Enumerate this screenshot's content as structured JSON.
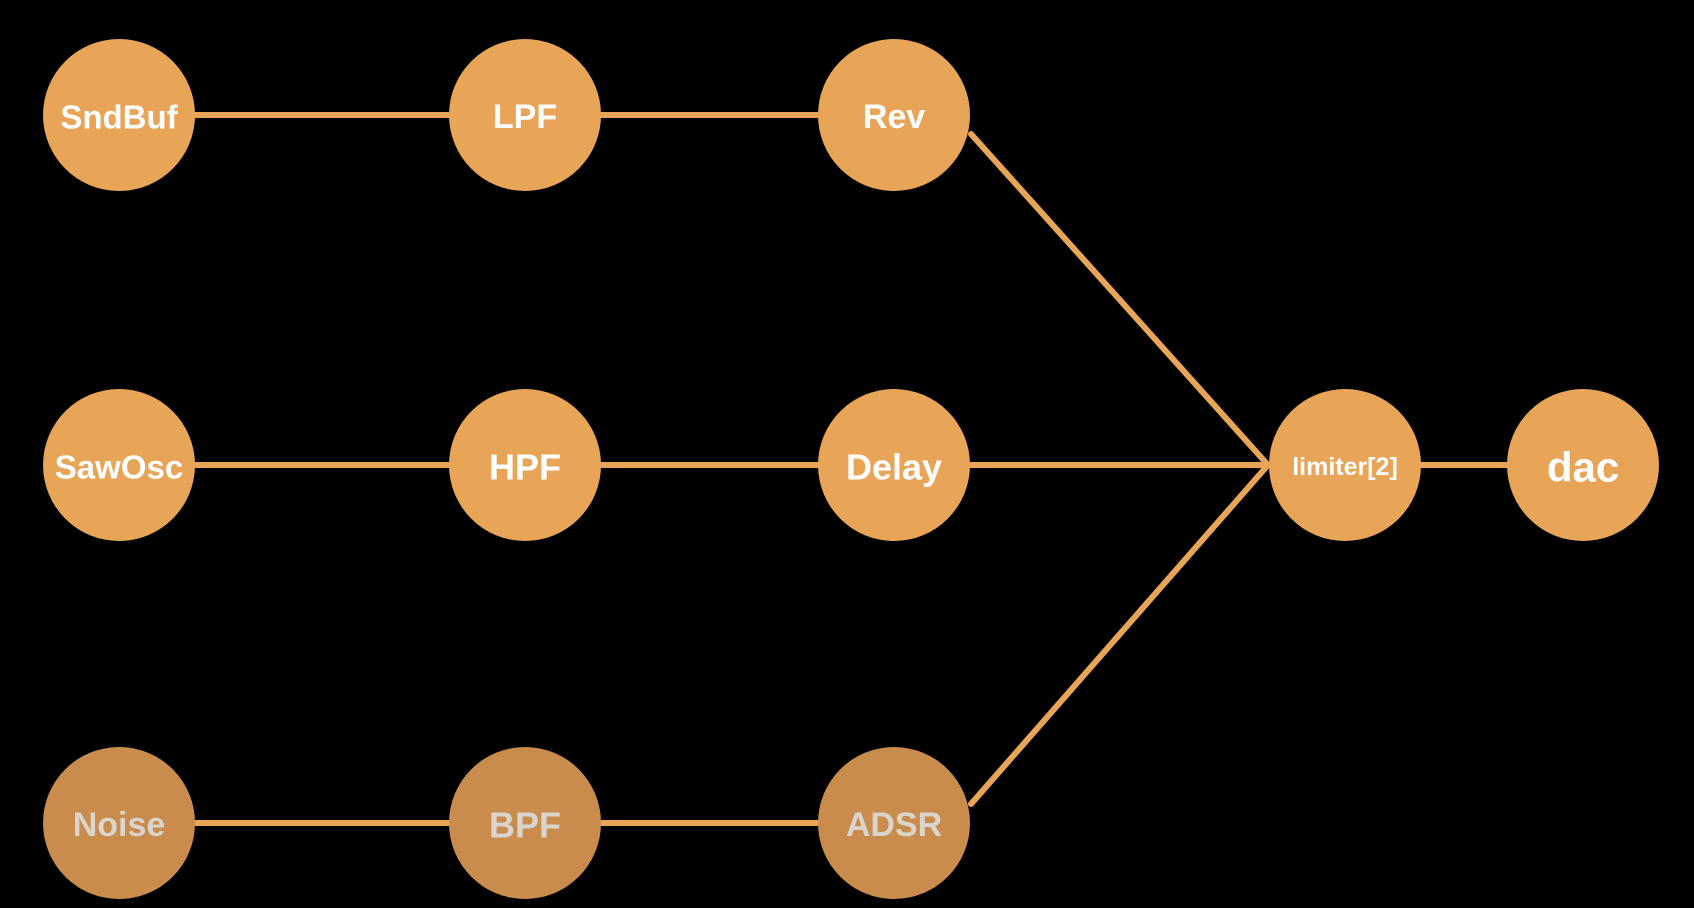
{
  "diagram": {
    "colors": {
      "background": "#000000",
      "node_fill": "#E8A558",
      "node_fill_dim": "#C98C4C",
      "wire": "#E8A558",
      "label": "#FFFFFF",
      "label_dim": "#D9D4CC"
    },
    "nodes": [
      {
        "id": "sndbuf",
        "label": "SndBuf"
      },
      {
        "id": "lpf",
        "label": "LPF"
      },
      {
        "id": "rev",
        "label": "Rev"
      },
      {
        "id": "sawosc",
        "label": "SawOsc"
      },
      {
        "id": "hpf",
        "label": "HPF"
      },
      {
        "id": "delay",
        "label": "Delay"
      },
      {
        "id": "noise",
        "label": "Noise"
      },
      {
        "id": "bpf",
        "label": "BPF"
      },
      {
        "id": "adsr",
        "label": "ADSR"
      },
      {
        "id": "limiter",
        "label": "limiter[2]"
      },
      {
        "id": "dac",
        "label": "dac"
      }
    ],
    "edges": [
      [
        "sndbuf",
        "lpf"
      ],
      [
        "lpf",
        "rev"
      ],
      [
        "sawosc",
        "hpf"
      ],
      [
        "hpf",
        "delay"
      ],
      [
        "noise",
        "bpf"
      ],
      [
        "bpf",
        "adsr"
      ],
      [
        "rev",
        "limiter"
      ],
      [
        "delay",
        "limiter"
      ],
      [
        "adsr",
        "limiter"
      ],
      [
        "limiter",
        "dac"
      ]
    ]
  }
}
